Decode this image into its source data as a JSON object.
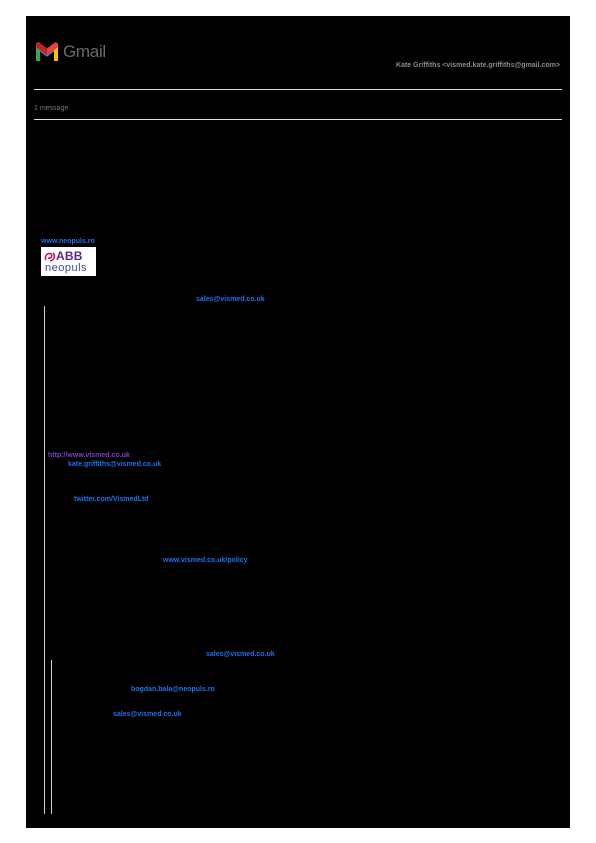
{
  "header": {
    "brand": "Gmail",
    "sender": "Kate Griffiths <vismed.kate.griffiths@gmail.com>"
  },
  "thread": {
    "message_count": "1 message"
  },
  "signature": {
    "website_link": "www.neopuls.ro",
    "logo_text_top": "ABB",
    "logo_text_bottom": "neopuls"
  },
  "body_links": {
    "sales_email_1": "sales@vismed.co.uk",
    "vismed_site": "http://www.vismed.co.uk",
    "kate_email": "kate.griffiths@vismed.co.uk",
    "twitter": "twitter.com/VismedLtd",
    "policy": "www.vismed.co.uk/policy",
    "sales_email_2": "sales@vismed.co.uk",
    "bogdan_email": "bogdan.bala@neopuls.ro",
    "sales_email_3": "sales@vismed.co.uk"
  },
  "colors": {
    "link": "#1a73e8",
    "visited_link": "#7b3fbf",
    "gmail_red": "#ea4335",
    "gmail_blue": "#4285f4",
    "gmail_green": "#34a853",
    "gmail_yellow": "#fbbc04"
  }
}
